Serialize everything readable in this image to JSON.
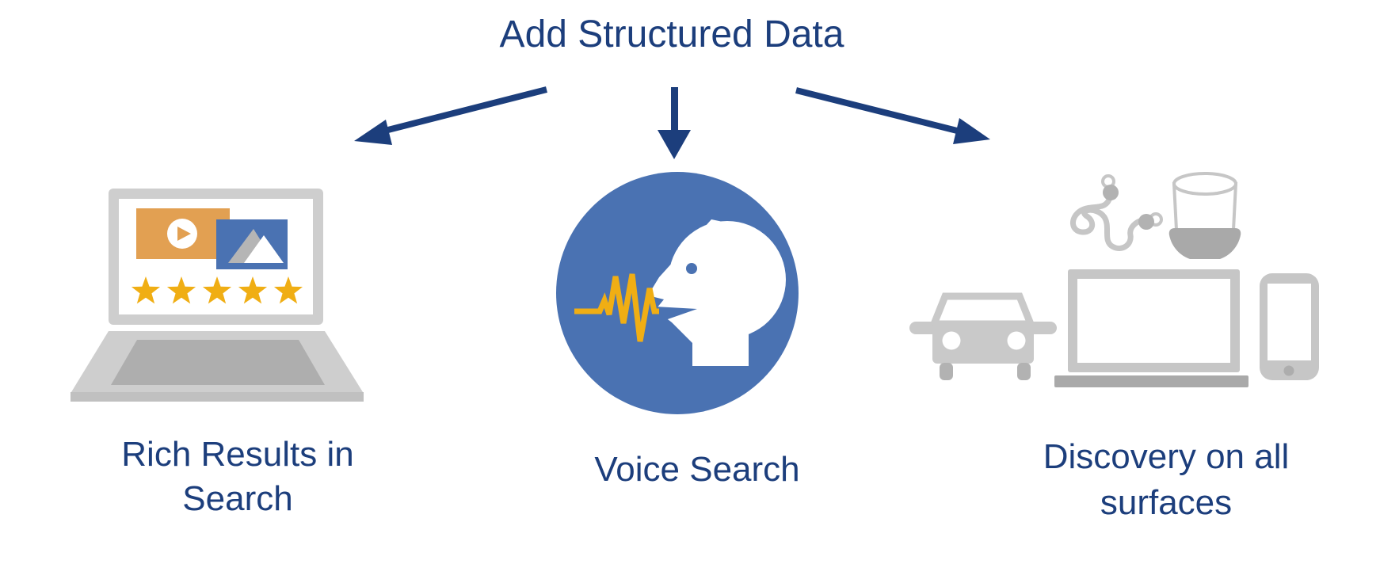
{
  "diagram": {
    "title": "Add Structured Data",
    "nodes": [
      {
        "id": "rich-results",
        "icon": "laptop-rich-results-icon",
        "label_line1": "Rich Results in",
        "label_line2": "Search",
        "rating_stars": 5,
        "thumbnails": [
          "video-thumbnail",
          "image-thumbnail"
        ]
      },
      {
        "id": "voice-search",
        "icon": "voice-search-icon",
        "label_line1": "Voice Search",
        "label_line2": ""
      },
      {
        "id": "discovery",
        "icon": "devices-icon",
        "label_line1": "Discovery on all",
        "label_line2": "surfaces",
        "devices": [
          "earbuds",
          "smart-speaker",
          "car",
          "laptop",
          "phone"
        ]
      }
    ],
    "colors": {
      "navy": "#1c3e7c",
      "blue": "#4a72b2",
      "orange": "#e2a052",
      "gold": "#f0ae14",
      "white": "#ffffff",
      "gray-light": "#cecece",
      "gray-mid": "#c6c6c6",
      "gray-dark": "#a9a9a9",
      "gray-key": "#aeaeae",
      "gray-bud": "#b2b2b2",
      "gray-car": "#c9c9c9"
    }
  }
}
